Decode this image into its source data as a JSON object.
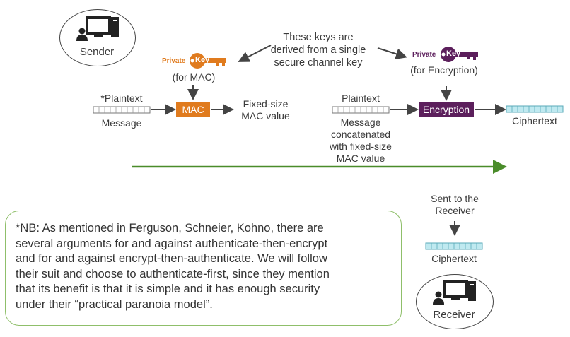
{
  "sender": {
    "label": "Sender"
  },
  "receiver": {
    "label": "Receiver"
  },
  "keys_note": {
    "line1": "These keys are",
    "line2": "derived from a single",
    "line3": "secure channel key"
  },
  "mac_key": {
    "private": "Private",
    "key": "Key",
    "caption": "(for MAC)",
    "color": "#e07b1e"
  },
  "enc_key": {
    "private": "Private",
    "key": "Key",
    "caption": "(for Encryption)",
    "color": "#5c1f5c"
  },
  "mac_side": {
    "plaintext_label": "*Plaintext",
    "message_label": "Message",
    "box_label": "MAC",
    "box_color": "#e07b1e",
    "output_line1": "Fixed-size",
    "output_line2": "MAC value"
  },
  "enc_side": {
    "plaintext_label": "Plaintext",
    "message_line1": "Message",
    "message_line2": "concatenated",
    "message_line3": "with fixed-size",
    "message_line4": "MAC value",
    "box_label": "Encryption",
    "box_color": "#5c1f5c",
    "ciphertext_label": "Ciphertext"
  },
  "sent": {
    "line1": "Sent to the",
    "line2": "Receiver",
    "ciphertext_label": "Ciphertext"
  },
  "flow_arrow_color": "#4a8c2a",
  "note": {
    "line1": "*NB: As mentioned in Ferguson, Schneier, Kohno, there are",
    "line2": "several arguments for and against authenticate-then-encrypt",
    "line3": "and for and against encrypt-then-authenticate. We will follow",
    "line4": "their suit and choose to authenticate-first, since they mention",
    "line5": "that its benefit is that it is simple and it has enough security",
    "line6": "under their “practical paranoia model”."
  }
}
